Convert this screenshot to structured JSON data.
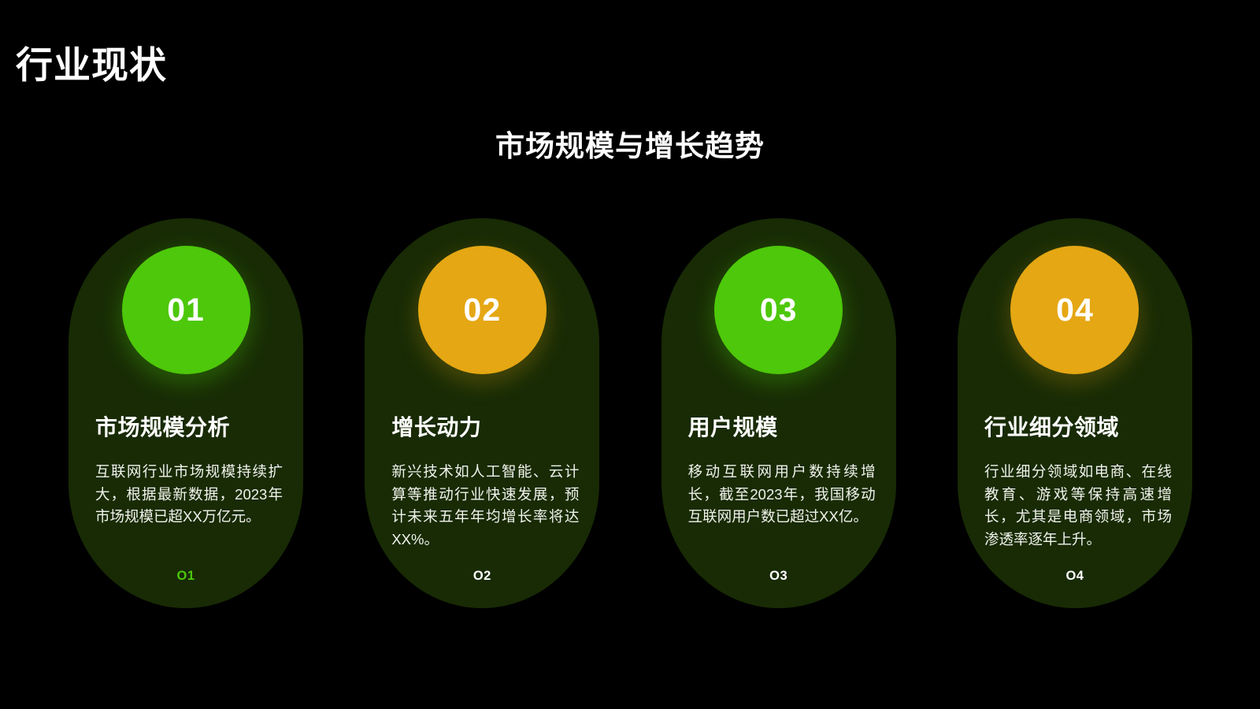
{
  "header": {
    "page_title": "行业现状",
    "section_subtitle": "市场规模与增长趋势"
  },
  "colors": {
    "background": "#000000",
    "card_background": "#182b05",
    "accent_green": "#4dc80a",
    "accent_amber": "#e5a713",
    "text_primary": "#ffffff",
    "text_body": "#f1f3ec"
  },
  "cards": [
    {
      "number": "01",
      "badge_color": "green",
      "title": "市场规模分析",
      "body": "互联网行业市场规模持续扩大，根据最新数据，2023年市场规模已超XX万亿元。",
      "footer_label": "O1",
      "footer_color": "green"
    },
    {
      "number": "02",
      "badge_color": "amber",
      "title": "增长动力",
      "body": "新兴技术如人工智能、云计算等推动行业快速发展，预计未来五年年均增长率将达XX%。",
      "footer_label": "O2",
      "footer_color": "white"
    },
    {
      "number": "03",
      "badge_color": "green",
      "title": "用户规模",
      "body": "移动互联网用户数持续增长，截至2023年，我国移动互联网用户数已超过XX亿。",
      "footer_label": "O3",
      "footer_color": "white"
    },
    {
      "number": "04",
      "badge_color": "amber",
      "title": "行业细分领域",
      "body": "行业细分领域如电商、在线教育、游戏等保持高速增长，尤其是电商领域，市场渗透率逐年上升。",
      "footer_label": "O4",
      "footer_color": "white"
    }
  ]
}
